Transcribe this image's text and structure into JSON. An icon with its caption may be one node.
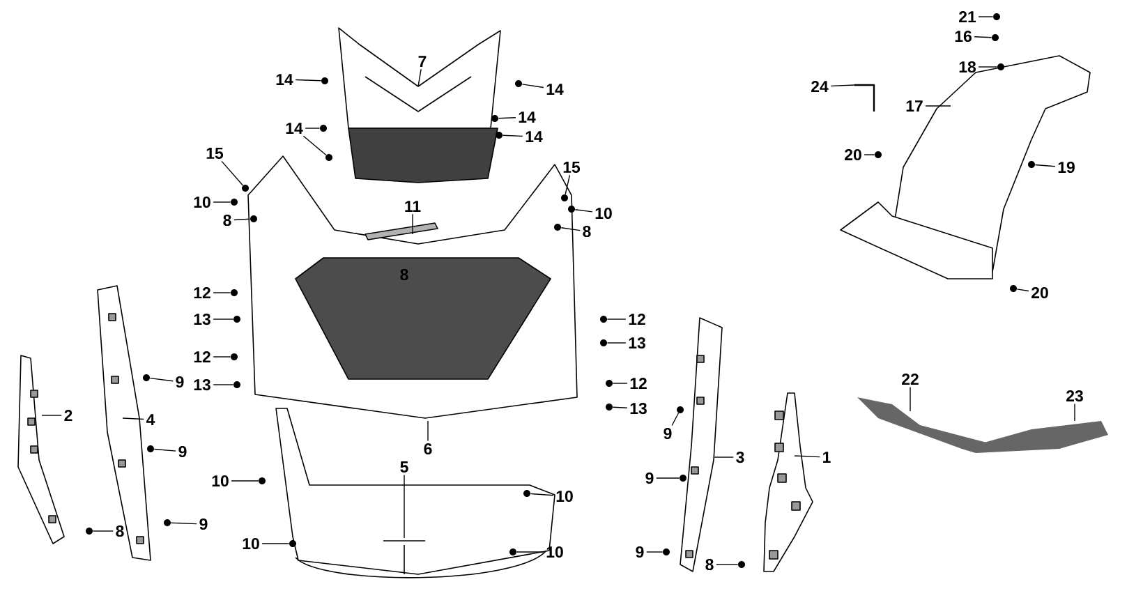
{
  "diagram": {
    "nodes": [
      {
        "text": [
          "21"
        ]
      },
      {
        "text": [
          "16"
        ]
      },
      {
        "text": [
          "7"
        ]
      },
      {
        "text": [
          "18"
        ]
      },
      {
        "text": [
          "14"
        ]
      },
      {
        "text": [
          "14"
        ]
      },
      {
        "text": [
          "24"
        ]
      },
      {
        "text": [
          "17"
        ]
      },
      {
        "text": [
          "14"
        ]
      },
      {
        "text": [
          "14"
        ]
      },
      {
        "text": [
          "14"
        ]
      },
      {
        "text": [
          "15"
        ]
      },
      {
        "text": [
          "20"
        ]
      },
      {
        "text": [
          "19"
        ]
      },
      {
        "text": [
          "15"
        ]
      },
      {
        "text": [
          "10"
        ]
      },
      {
        "text": [
          "10"
        ]
      },
      {
        "text": [
          "11"
        ]
      },
      {
        "text": [
          "8"
        ]
      },
      {
        "text": [
          "8"
        ]
      },
      {
        "text": [
          "20"
        ]
      },
      {
        "text": [
          "12"
        ]
      },
      {
        "text": [
          "13"
        ]
      },
      {
        "text": [
          "12"
        ]
      },
      {
        "text": [
          "13"
        ]
      },
      {
        "text": [
          "12"
        ]
      },
      {
        "text": [
          "13"
        ]
      },
      {
        "text": [
          "9"
        ]
      },
      {
        "text": [
          "12"
        ]
      },
      {
        "text": [
          "22"
        ]
      },
      {
        "text": [
          "23"
        ]
      },
      {
        "text": [
          "13"
        ]
      },
      {
        "text": [
          "2"
        ]
      },
      {
        "text": [
          "4"
        ]
      },
      {
        "text": [
          "9"
        ]
      },
      {
        "text": [
          "6"
        ]
      },
      {
        "text": [
          "9"
        ]
      },
      {
        "text": [
          "3"
        ]
      },
      {
        "text": [
          "1"
        ]
      },
      {
        "text": [
          "5"
        ]
      },
      {
        "text": [
          "9"
        ]
      },
      {
        "text": [
          "10"
        ]
      },
      {
        "text": [
          "10"
        ]
      },
      {
        "text": [
          "9"
        ]
      },
      {
        "text": [
          "8"
        ]
      },
      {
        "text": [
          "10"
        ]
      },
      {
        "text": [
          "9"
        ]
      },
      {
        "text": [
          "10"
        ]
      },
      {
        "text": [
          "8"
        ]
      },
      {
        "text": [],
        "shape": "circle"
      },
      {
        "text": [],
        "shape": "circle"
      },
      {
        "text": [],
        "shape": "circle"
      },
      {
        "text": [],
        "shape": "circle"
      },
      {
        "text": [],
        "shape": "circle"
      },
      {
        "text": [],
        "shape": "circle"
      },
      {
        "text": [],
        "shape": "circle"
      },
      {
        "text": [],
        "shape": "circle"
      },
      {
        "text": [],
        "shape": "circle"
      },
      {
        "text": [],
        "shape": "circle"
      },
      {
        "text": [],
        "shape": "circle"
      },
      {
        "text": [],
        "shape": "circle"
      },
      {
        "text": [],
        "shape": "circle"
      },
      {
        "text": [],
        "shape": "circle"
      },
      {
        "text": [],
        "shape": "circle"
      },
      {
        "text": [],
        "shape": "circle"
      },
      {
        "text": [],
        "shape": "circle"
      },
      {
        "text": [],
        "shape": "circle"
      },
      {
        "text": [],
        "shape": "circle"
      },
      {
        "text": [],
        "shape": "circle"
      },
      {
        "text": [],
        "shape": "circle"
      },
      {
        "text": [],
        "shape": "circle"
      },
      {
        "text": [],
        "shape": "circle"
      },
      {
        "text": [],
        "shape": "circle"
      },
      {
        "text": [],
        "shape": "circle"
      },
      {
        "text": [],
        "shape": "circle"
      },
      {
        "text": [],
        "shape": "circle"
      },
      {
        "text": [],
        "shape": "circle"
      },
      {
        "text": [],
        "shape": "circle"
      },
      {
        "text": [],
        "shape": "circle"
      },
      {
        "text": [],
        "shape": "circle"
      },
      {
        "text": [],
        "shape": "circle"
      },
      {
        "text": [],
        "shape": "circle"
      },
      {
        "text": [],
        "shape": "circle"
      },
      {
        "text": [],
        "shape": "circle"
      },
      {
        "text": [],
        "shape": "circle"
      },
      {
        "text": [],
        "shape": "circle"
      },
      {
        "text": [],
        "shape": "circle"
      }
    ],
    "edges": [
      {
        "from": 0,
        "to": 49,
        "arrow": "none"
      },
      {
        "from": 1,
        "to": 50,
        "arrow": "none"
      },
      {
        "from": 2,
        "to": null,
        "arrow": "none"
      },
      {
        "from": 3,
        "to": 51,
        "arrow": "none"
      },
      {
        "from": 4,
        "to": 52,
        "arrow": "none"
      },
      {
        "from": 5,
        "to": 53,
        "arrow": "none"
      },
      {
        "from": 6,
        "to": null,
        "arrow": "none"
      },
      {
        "from": 7,
        "to": null,
        "arrow": "none"
      },
      {
        "from": 8,
        "to": 54,
        "arrow": "none"
      },
      {
        "from": 9,
        "to": 55,
        "arrow": "none"
      },
      {
        "from": 10,
        "to": 56,
        "arrow": "none"
      },
      {
        "from": 11,
        "to": 57,
        "arrow": "none"
      },
      {
        "from": 12,
        "to": 58,
        "arrow": "none"
      },
      {
        "from": 13,
        "to": 59,
        "arrow": "none"
      },
      {
        "from": 14,
        "to": 60,
        "arrow": "none"
      },
      {
        "from": 15,
        "to": 61,
        "arrow": "none"
      },
      {
        "from": 16,
        "to": 62,
        "arrow": "none"
      },
      {
        "from": 17,
        "to": null,
        "arrow": "none"
      },
      {
        "from": 18,
        "to": 63,
        "arrow": "none"
      },
      {
        "from": 19,
        "to": 64,
        "arrow": "none"
      },
      {
        "from": 20,
        "to": 65,
        "arrow": "none"
      },
      {
        "from": 21,
        "to": 66,
        "arrow": "none"
      },
      {
        "from": 22,
        "to": 67,
        "arrow": "none"
      },
      {
        "from": 23,
        "to": 68,
        "arrow": "none"
      },
      {
        "from": 24,
        "to": 69,
        "arrow": "none"
      },
      {
        "from": 25,
        "to": 70,
        "arrow": "none"
      },
      {
        "from": 26,
        "to": 71,
        "arrow": "none"
      },
      {
        "from": 27,
        "to": 72,
        "arrow": "none"
      },
      {
        "from": 28,
        "to": 73,
        "arrow": "none"
      },
      {
        "from": 29,
        "to": null,
        "arrow": "none"
      },
      {
        "from": 30,
        "to": null,
        "arrow": "none"
      },
      {
        "from": 31,
        "to": 74,
        "arrow": "none"
      },
      {
        "from": 32,
        "to": null,
        "arrow": "none"
      },
      {
        "from": 33,
        "to": null,
        "arrow": "none"
      },
      {
        "from": 34,
        "to": 75,
        "arrow": "none"
      },
      {
        "from": 35,
        "to": null,
        "arrow": "none"
      },
      {
        "from": 36,
        "to": 76,
        "arrow": "none"
      },
      {
        "from": 37,
        "to": null,
        "arrow": "none"
      },
      {
        "from": 38,
        "to": null,
        "arrow": "none"
      },
      {
        "from": 39,
        "to": null,
        "arrow": "none"
      },
      {
        "from": 40,
        "to": 77,
        "arrow": "none"
      },
      {
        "from": 41,
        "to": 78,
        "arrow": "none"
      },
      {
        "from": 42,
        "to": 79,
        "arrow": "none"
      },
      {
        "from": 43,
        "to": 80,
        "arrow": "none"
      },
      {
        "from": 44,
        "to": 81,
        "arrow": "none"
      },
      {
        "from": 45,
        "to": 82,
        "arrow": "none"
      },
      {
        "from": 46,
        "to": 83,
        "arrow": "none"
      },
      {
        "from": 47,
        "to": 84,
        "arrow": "none"
      },
      {
        "from": 48,
        "to": 85,
        "arrow": "none"
      },
      {
        "from": 9,
        "to": 86,
        "arrow": "none"
      }
    ],
    "labels": [
      "8"
    ]
  }
}
